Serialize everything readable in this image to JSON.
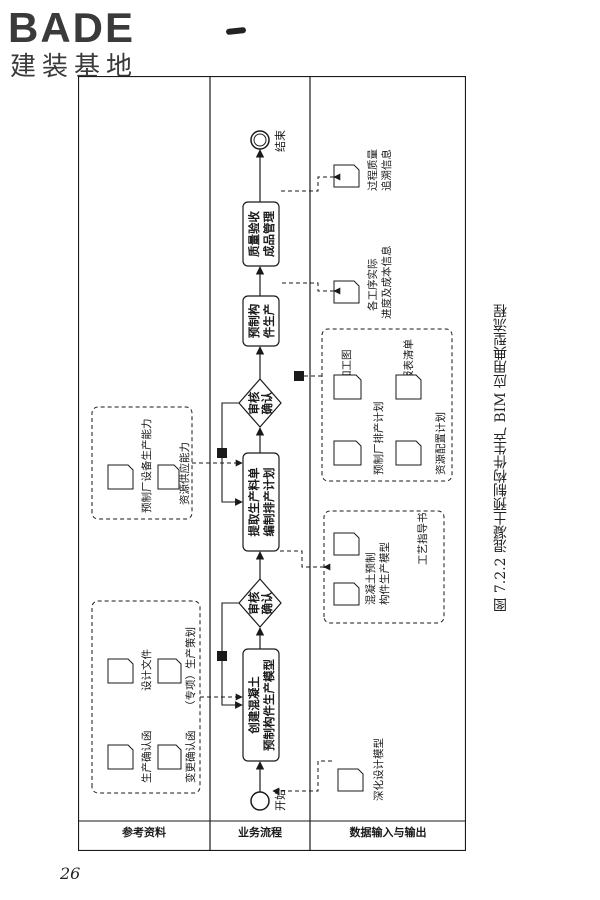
{
  "logo": {
    "word": "BADE",
    "subtitle": "建装基地"
  },
  "lanes": {
    "top": "参考资料",
    "middle": "业务流程",
    "bottom": "数据输入与输出"
  },
  "terminals": {
    "start": "开始",
    "end": "结束"
  },
  "process": {
    "create_model": [
      "创建混凝土",
      "预制构件生产模型"
    ],
    "review_1": [
      "审核",
      "确认"
    ],
    "extract_bom": [
      "提取生产料单",
      "编制排产计划"
    ],
    "review_2": [
      "审核",
      "确认"
    ],
    "produce": [
      "预制构",
      "件生产"
    ],
    "quality": [
      "质量验收",
      "成品管理"
    ]
  },
  "references": {
    "group_a": {
      "production_letter": "生产确认函",
      "design_file": "设计文件",
      "change_letter": "变更确认函",
      "special_plan": "（专项）生产策划"
    },
    "group_b": {
      "capacity": "预制厂设备生产能力",
      "supply": "资源供应能力"
    }
  },
  "data_io": {
    "deep_model": "深化设计模型",
    "production_model": [
      "混凝土预制",
      "构件生产模型"
    ],
    "process_guide": "工艺指导书",
    "processing_drawing": "加工图",
    "schedule": "预制厂排产计划",
    "report_list": "报表清单",
    "resource_plan": "资源配置计划",
    "progress_cost": [
      "各工序实际",
      "进度及成本信息"
    ],
    "quality_trace": [
      "过程质量",
      "追溯信息"
    ]
  },
  "caption": "图 7.2.2   混凝土预制构件生产 BIM 应用典型流程",
  "page_number": "26"
}
